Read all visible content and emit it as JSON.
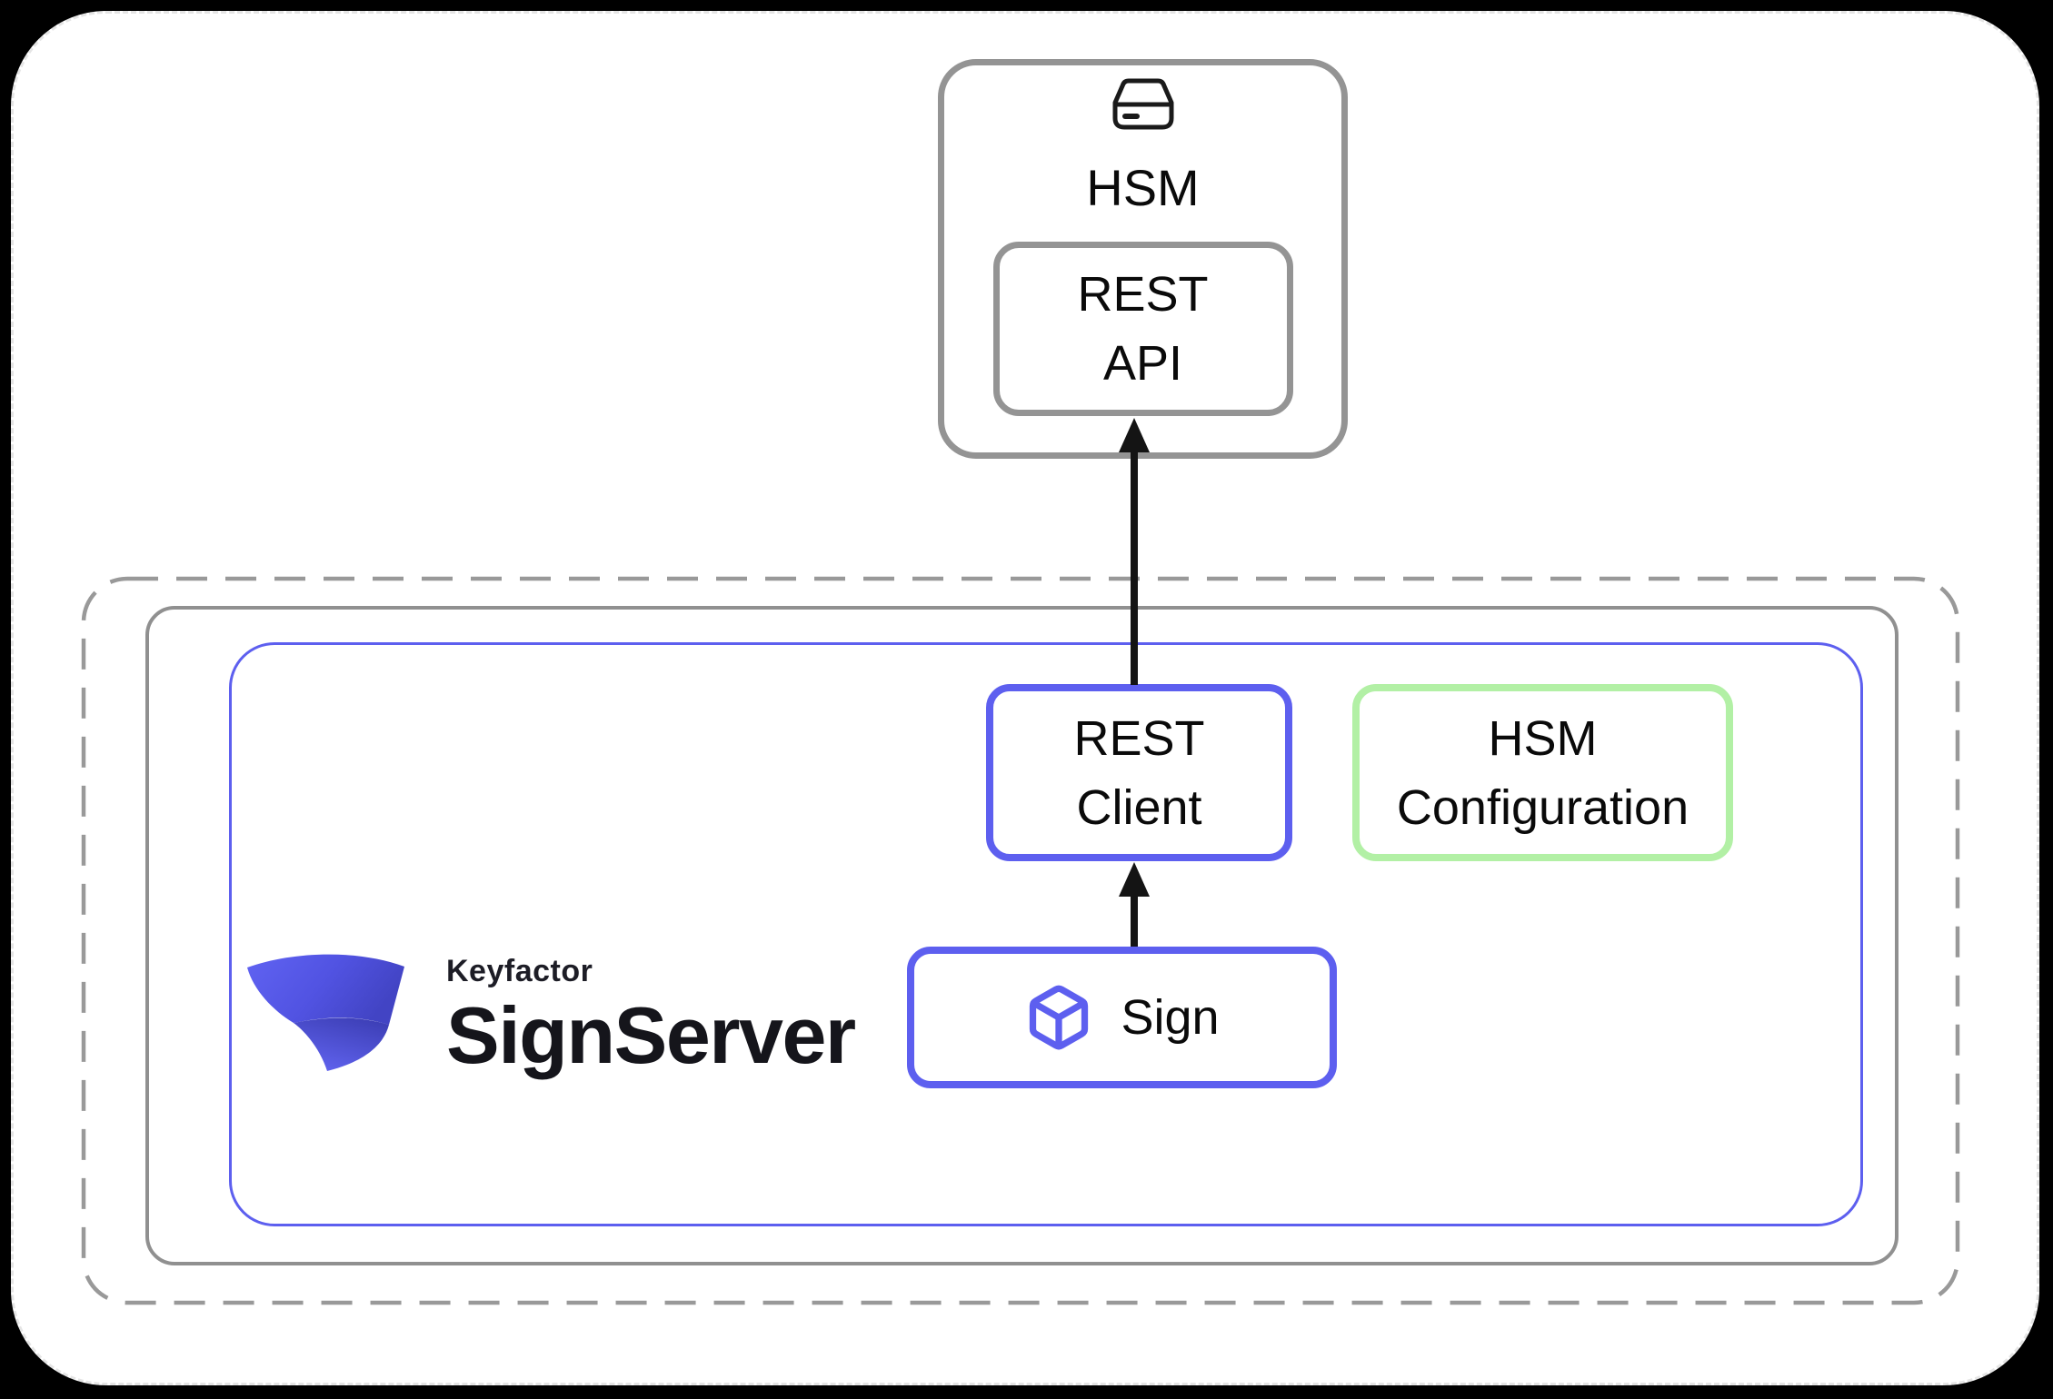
{
  "colors": {
    "accent_blue": "#5D5FEF",
    "accent_green": "#B2F0A5",
    "box_gray": "#949494",
    "container_gray": "#909090",
    "arrow_black": "#141414",
    "card_dash_gray": "#E5E5E5",
    "label_text": "#0A0A0A"
  },
  "hsm_node": {
    "title": "HSM",
    "icon": "hsm-device-icon",
    "rest_api": {
      "line1": "REST",
      "line2": "API"
    }
  },
  "signserver_zone": {
    "rest_client": {
      "line1": "REST",
      "line2": "Client"
    },
    "hsm_configuration": {
      "line1": "HSM",
      "line2": "Configuration"
    },
    "sign_worker": {
      "label": "Sign",
      "icon": "cube-icon"
    },
    "logo": {
      "brand": "Keyfactor",
      "product": "SignServer"
    }
  }
}
